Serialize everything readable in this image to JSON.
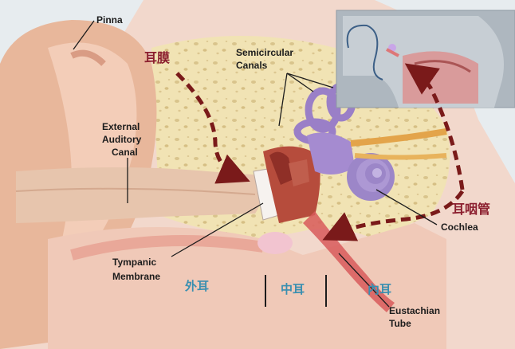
{
  "labels": {
    "pinna": "Pinna",
    "semicircular_1": "Semicircular",
    "semicircular_2": "Canals",
    "external_1": "External",
    "external_2": "Auditory",
    "external_3": "Canal",
    "tympanic_1": "Tympanic",
    "tympanic_2": "Membrane",
    "cochlea": "Cochlea",
    "eustachian_1": "Eustachian",
    "eustachian_2": "Tube"
  },
  "chinese": {
    "eardrum": "耳膜",
    "pharynx_tube": "耳咽管",
    "outer_ear": "外耳",
    "middle_ear": "中耳",
    "inner_ear": "內耳"
  },
  "colors": {
    "arrow": "#7a1a1a",
    "annotation_red": "#8b1e2e",
    "region_label": "#3a8fb0",
    "bone": "#f0e3b6",
    "skin": "#f3c9b9",
    "canal": "#eccfb8",
    "semicircular": "#a58bd0",
    "cochlea": "#9c86c8"
  }
}
